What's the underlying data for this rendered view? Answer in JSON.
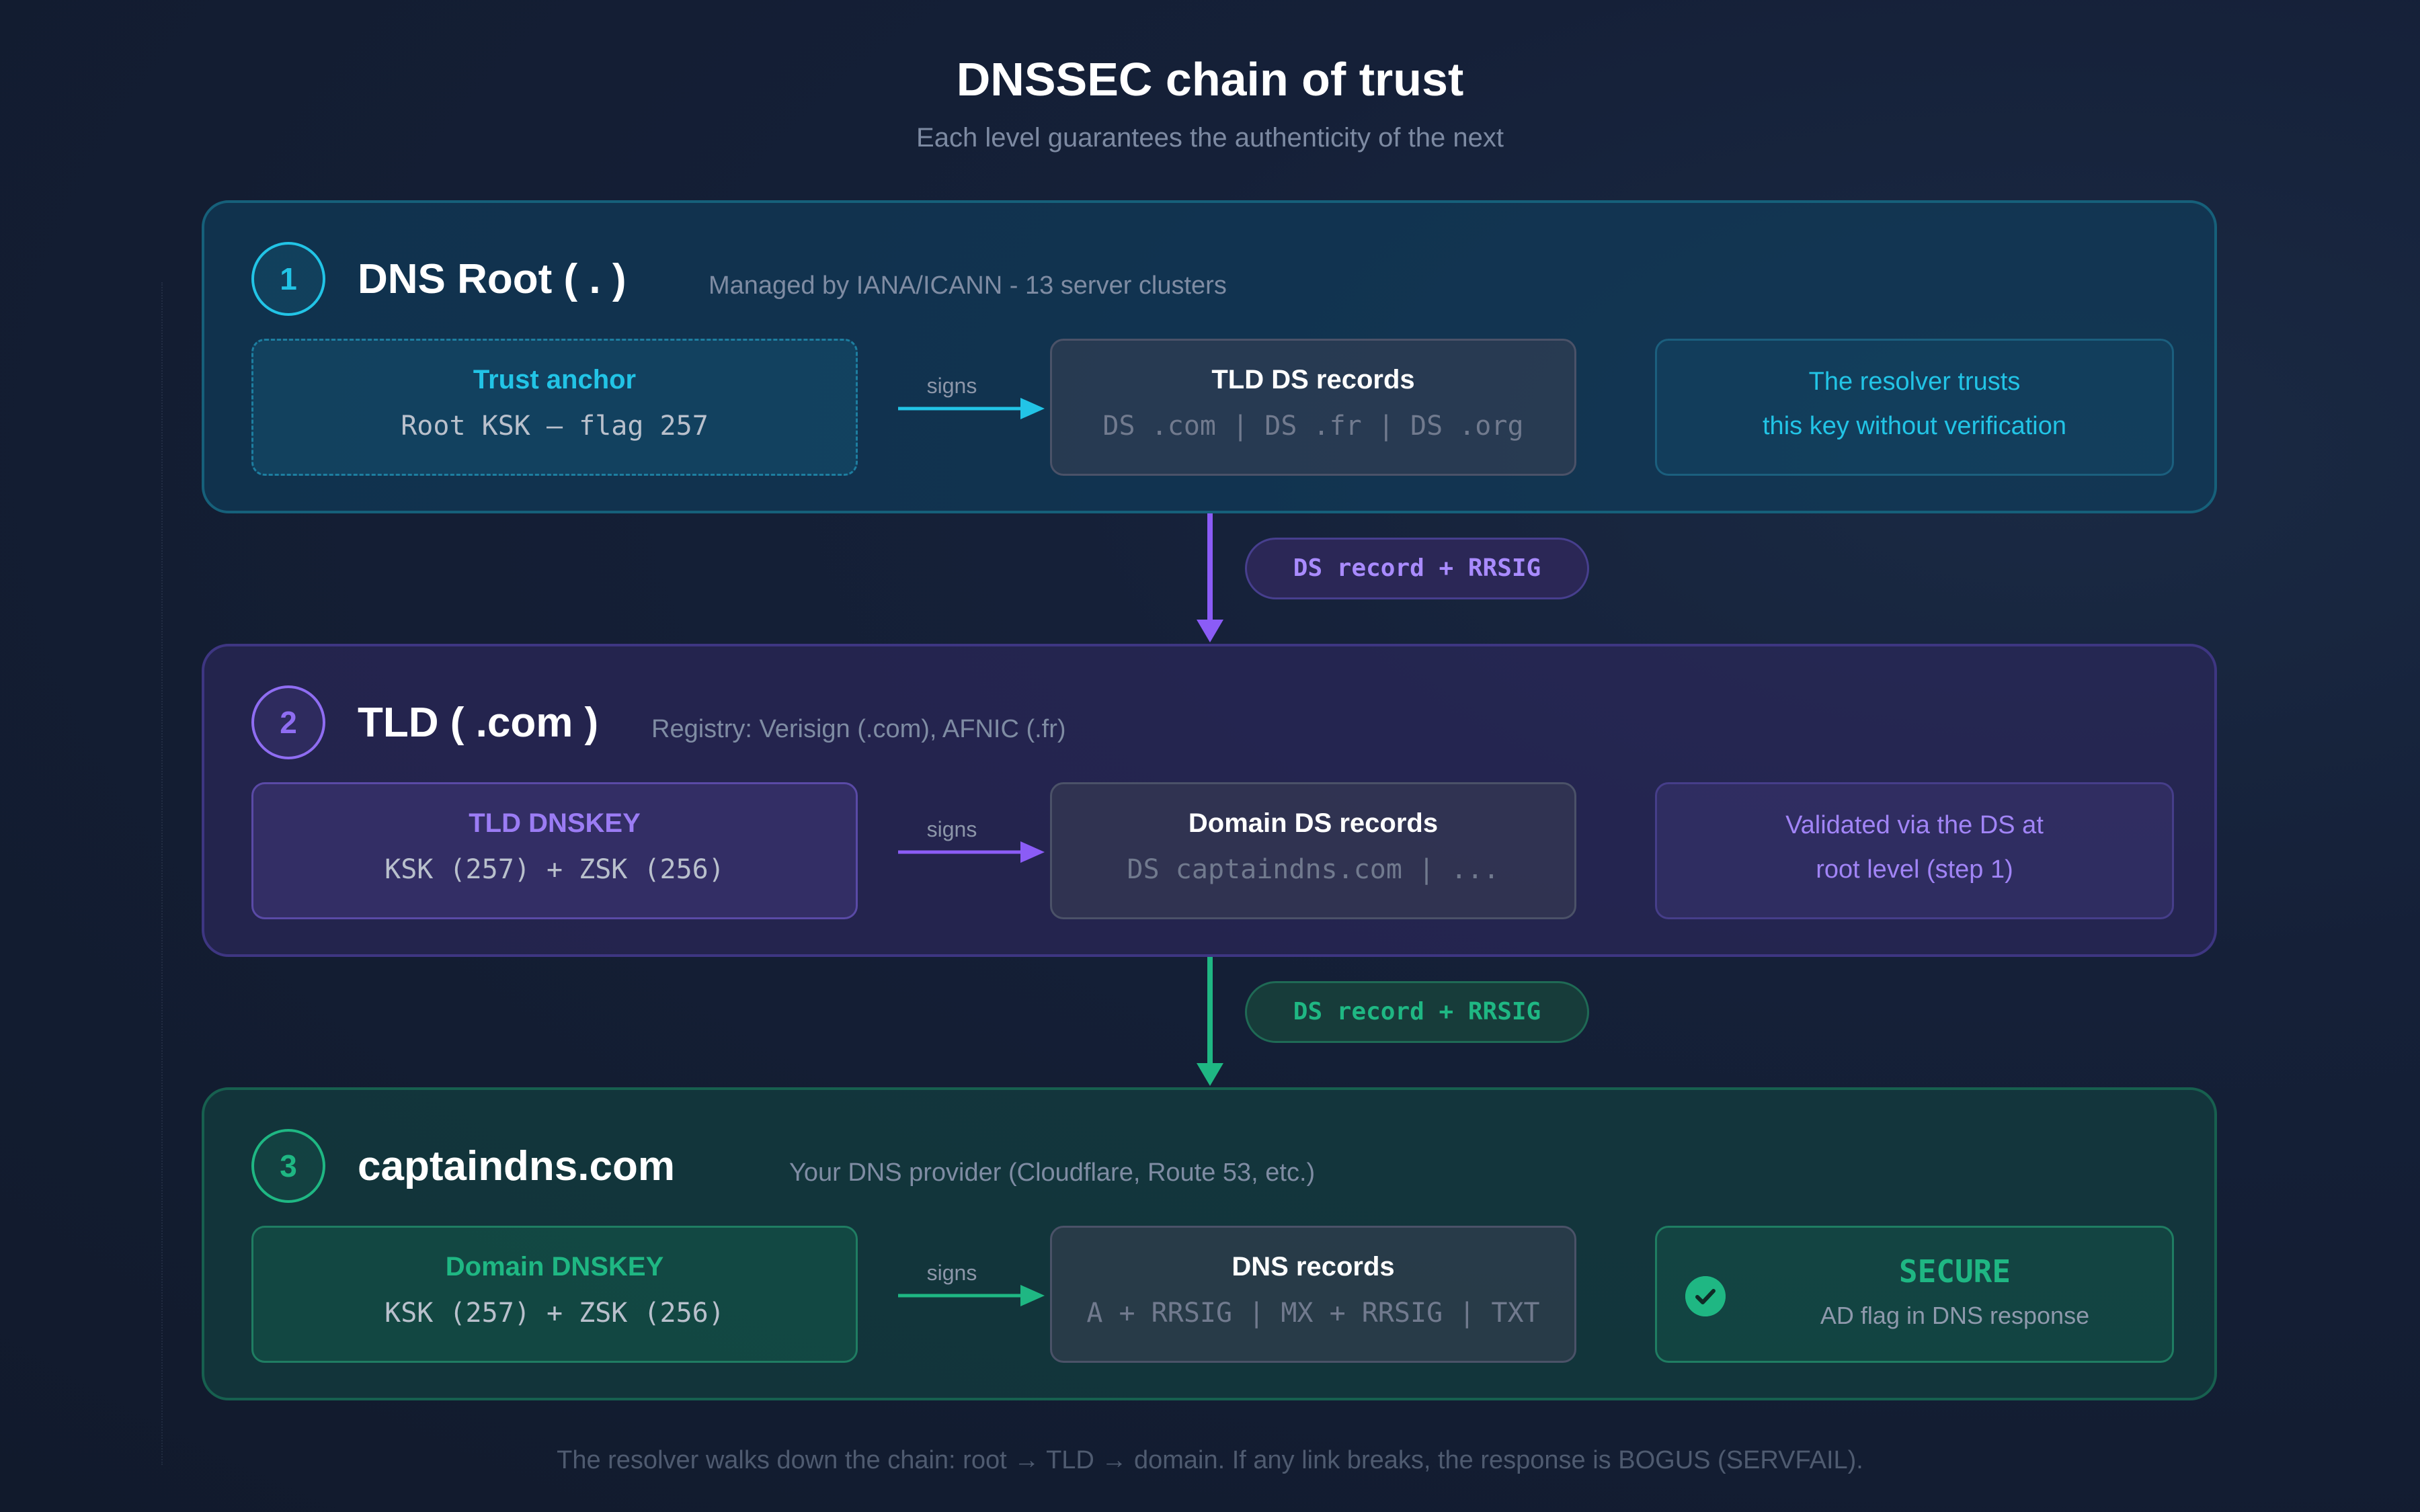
{
  "title": "DNSSEC chain of trust",
  "subtitle": "Each level guarantees the authenticity of the next",
  "levels": [
    {
      "number": "1",
      "name": "DNS Root ( . )",
      "description": "Managed by IANA/ICANN - 13 server clusters",
      "key_box": {
        "title": "Trust anchor",
        "sub": "Root KSK — flag 257"
      },
      "signs_label": "signs",
      "records_box": {
        "title": "TLD DS records",
        "sub": "DS .com | DS .fr | DS .org"
      },
      "note": {
        "line1": "The resolver trusts",
        "line2": "this key without verification"
      },
      "accent": "#22c4e6"
    },
    {
      "number": "2",
      "name": "TLD ( .com )",
      "description": "Registry: Verisign (.com), AFNIC (.fr)",
      "key_box": {
        "title": "TLD DNSKEY",
        "sub": "KSK (257) + ZSK (256)"
      },
      "signs_label": "signs",
      "records_box": {
        "title": "Domain DS records",
        "sub": "DS captaindns.com | ..."
      },
      "note": {
        "line1": "Validated via the DS at",
        "line2": "root level (step 1)"
      },
      "accent": "#8b5cf6"
    },
    {
      "number": "3",
      "name": "captaindns.com",
      "description": "Your DNS provider (Cloudflare, Route 53, etc.)",
      "key_box": {
        "title": "Domain DNSKEY",
        "sub": "KSK (257) + ZSK (256)"
      },
      "signs_label": "signs",
      "records_box": {
        "title": "DNS records",
        "sub": "A + RRSIG | MX + RRSIG | TXT"
      },
      "secure": {
        "title": "SECURE",
        "sub": "AD flag in DNS response",
        "icon": "check-circle-icon"
      },
      "accent": "#1fb783"
    }
  ],
  "connectors": [
    {
      "label": "DS record + RRSIG",
      "color": "#8b5cf6"
    },
    {
      "label": "DS record + RRSIG",
      "color": "#1fb783"
    }
  ],
  "footer": "The resolver walks down the chain: root → TLD → domain. If any link breaks, the response is BOGUS (SERVFAIL)."
}
